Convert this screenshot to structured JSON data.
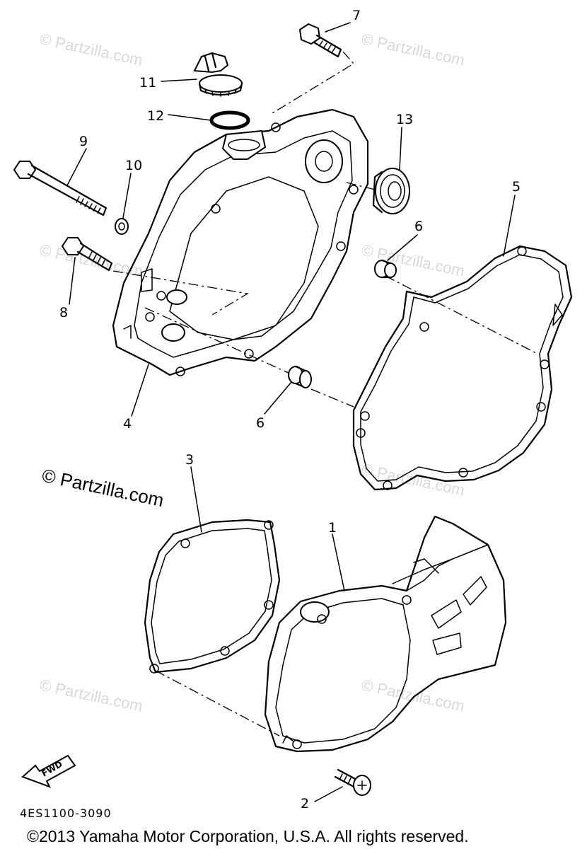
{
  "watermarks": [
    "© Partzilla.com",
    "© Partzilla.com",
    "© Partzilla.com",
    "© Partzilla.com",
    "© Partzilla.com",
    "© Partzilla.com",
    "© Partzilla.com"
  ],
  "main_watermark": "© Partzilla.com",
  "callouts": {
    "p1": "1",
    "p2": "2",
    "p3": "3",
    "p4": "4",
    "p5": "5",
    "p6a": "6",
    "p6b": "6",
    "p7": "7",
    "p8": "8",
    "p9": "9",
    "p10": "10",
    "p11": "11",
    "p12": "12",
    "p13": "13"
  },
  "fwd_label": "FWD",
  "diagram_code": "4ES1100-3090",
  "copyright": "©2013  Yamaha Motor Corporation, U.S.A. All rights reserved."
}
